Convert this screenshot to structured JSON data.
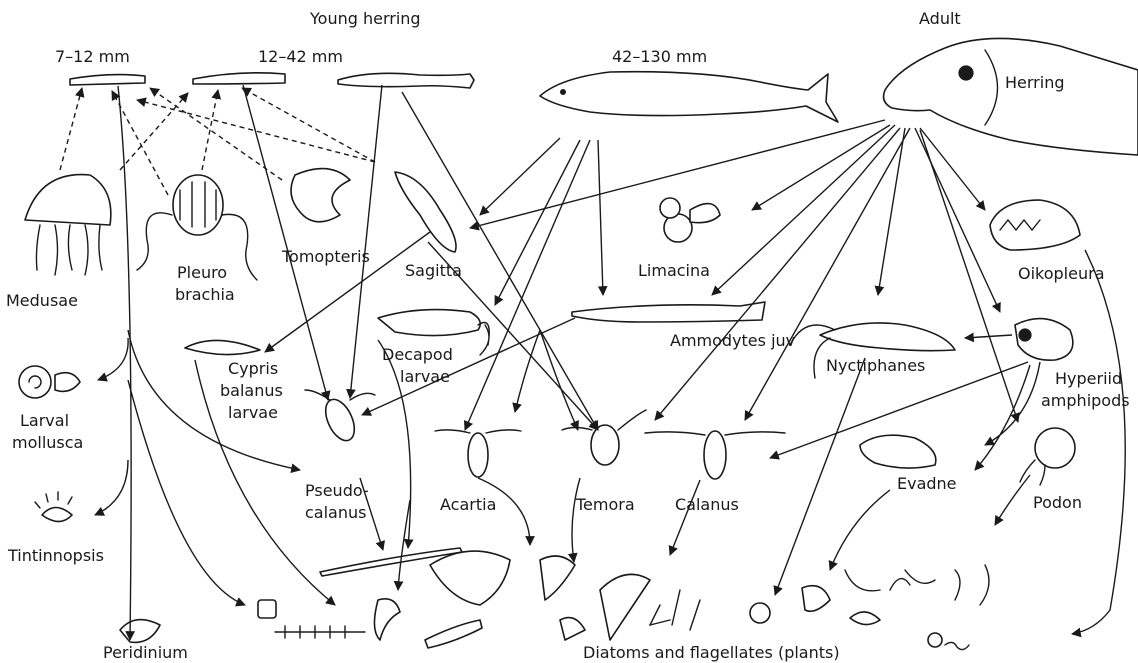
{
  "headers": {
    "young": "Young herring",
    "adult": "Adult",
    "size_1": "7–12 mm",
    "size_2": "12–42 mm",
    "size_3": "42–130 mm"
  },
  "labels": {
    "herring": "Herring",
    "medusae": "Medusae",
    "pleuro_1": "Pleuro",
    "pleuro_2": "brachia",
    "tomopteris": "Tomopteris",
    "sagitta": "Sagitta",
    "limacina": "Limacina",
    "oikopleura": "Oikopleura",
    "ammodytes": "Ammodytes juv",
    "decapod_1": "Decapod",
    "decapod_2": "larvae",
    "cypris_1": "Cypris",
    "cypris_2": "balanus",
    "cypris_3": "larvae",
    "nyctiphanes": "Nyctiphanes",
    "hyperiid_1": "Hyperiid",
    "hyperiid_2": "amphipods",
    "larval_moll_1": "Larval",
    "larval_moll_2": "mollusca",
    "pseudo_1": "Pseudo-",
    "pseudo_2": "calanus",
    "acartia": "Acartia",
    "temora": "Temora",
    "calanus": "Calanus",
    "evadne": "Evadne",
    "podon": "Podon",
    "tintinnopsis": "Tintinnopsis",
    "peridinium": "Peridinium",
    "diatoms": "Diatoms and flagellates (plants)"
  }
}
